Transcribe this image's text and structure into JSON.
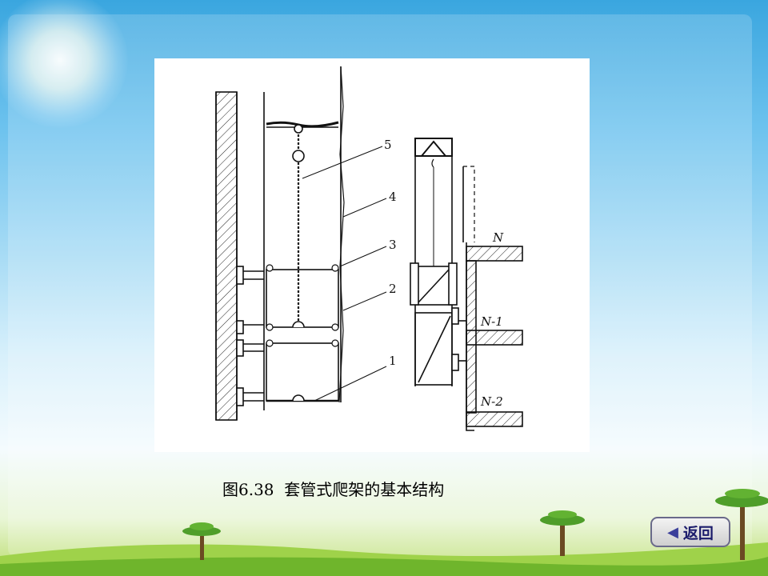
{
  "figure": {
    "caption": "图6.38  套管式爬架的基本结构",
    "part_labels": [
      "1",
      "2",
      "3",
      "4",
      "5"
    ],
    "floor_labels": [
      "N",
      "N-1",
      "N-2"
    ]
  },
  "navigation": {
    "back_label": "返回",
    "back_icon": "left-triangle-icon"
  },
  "colors": {
    "sky_top": "#3aa6df",
    "grass": "#8cc63f",
    "button_border": "#6a6a8a"
  }
}
